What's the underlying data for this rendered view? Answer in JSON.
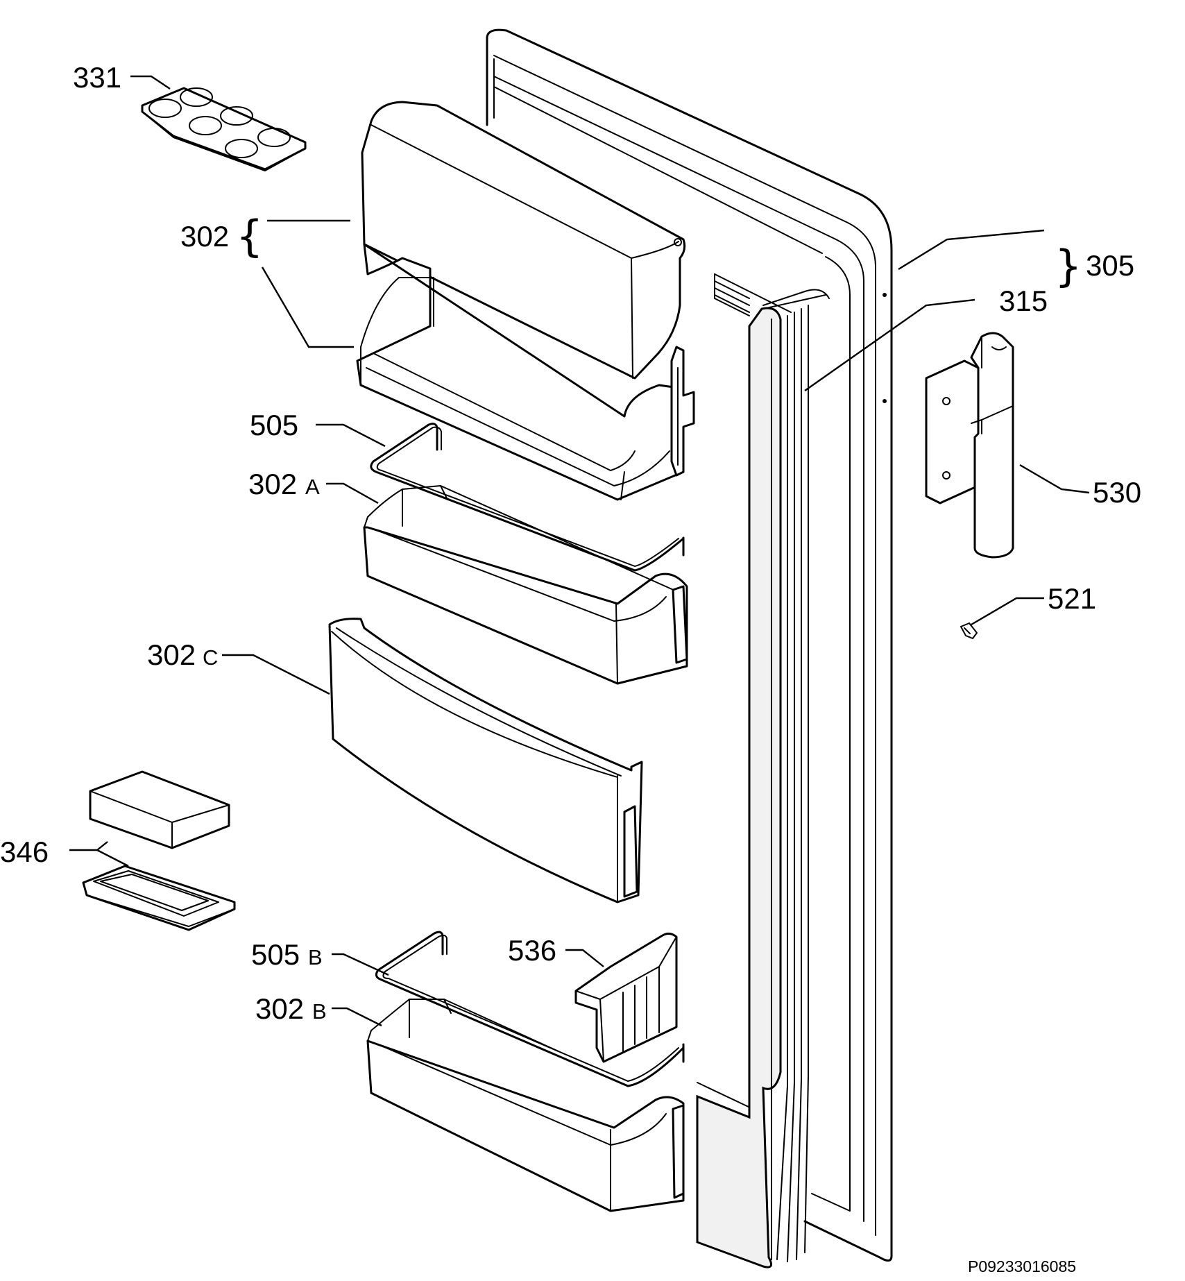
{
  "labels": {
    "l331": "331",
    "l302": "302",
    "l305": "305",
    "l315": "315",
    "l505": "505",
    "l302a_num": "302",
    "l302a_suf": "A",
    "l530": "530",
    "l521": "521",
    "l302c_num": "302",
    "l302c_suf": "C",
    "l346": "346",
    "l536": "536",
    "l505b_num": "505",
    "l505b_suf": "B",
    "l302b_num": "302",
    "l302b_suf": "B"
  },
  "drawing_code": "P09233016085"
}
